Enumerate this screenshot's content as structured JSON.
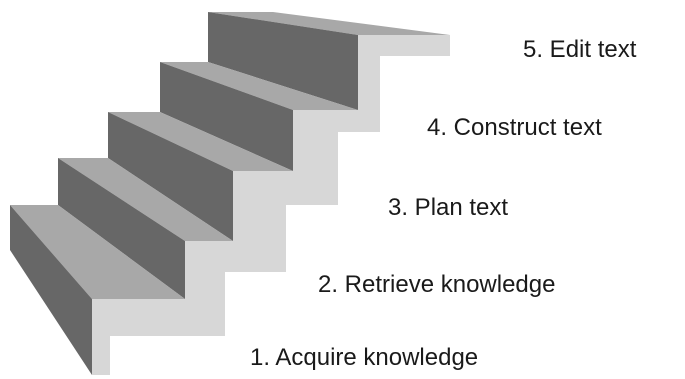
{
  "steps": [
    {
      "label": "1. Acquire knowledge"
    },
    {
      "label": "2. Retrieve knowledge"
    },
    {
      "label": "3. Plan text"
    },
    {
      "label": "4. Construct text"
    },
    {
      "label": "5. Edit text"
    }
  ],
  "colors": {
    "tread": "#a8a8a8",
    "riser": "#676767",
    "side": "#d7d7d7",
    "text": "#1a1a1a"
  }
}
